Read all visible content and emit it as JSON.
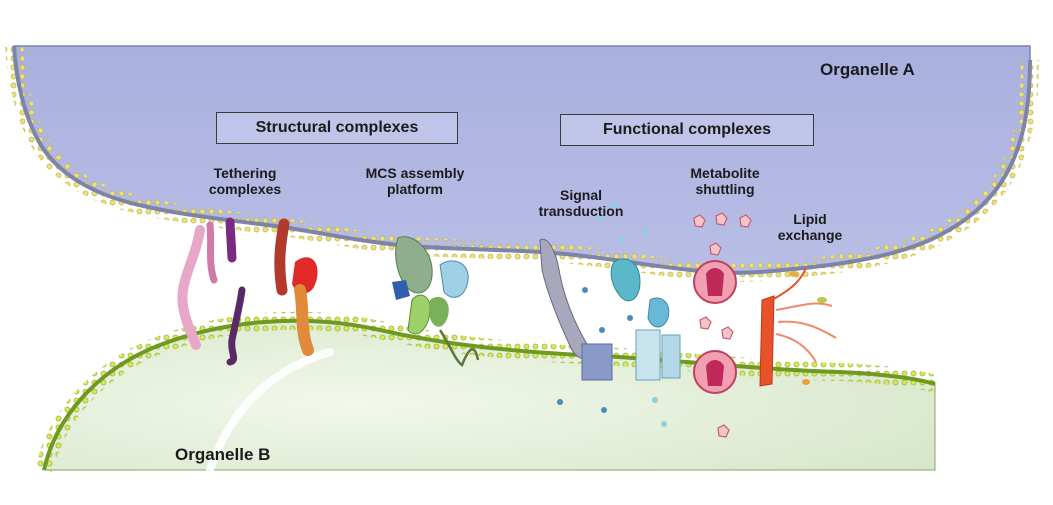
{
  "organelles": {
    "a": "Organelle A",
    "b": "Organelle B"
  },
  "groups": {
    "structural": "Structural complexes",
    "functional": "Functional complexes"
  },
  "labels": {
    "tethering_1": "Tethering",
    "tethering_2": "complexes",
    "mcs_1": "MCS assembly",
    "mcs_2": "platform",
    "signal_1": "Signal",
    "signal_2": "transduction",
    "metabolite_1": "Metabolite",
    "metabolite_2": "shuttling",
    "lipid_1": "Lipid",
    "lipid_2": "exchange"
  },
  "colors": {
    "organelle_a_fill": "#aeb4e0",
    "organelle_b_fill": "#dbe9cf",
    "membrane_a_head": "#e8dc7a",
    "membrane_b_head": "#c4d94a",
    "membrane_b_band": "#7aa62a"
  }
}
